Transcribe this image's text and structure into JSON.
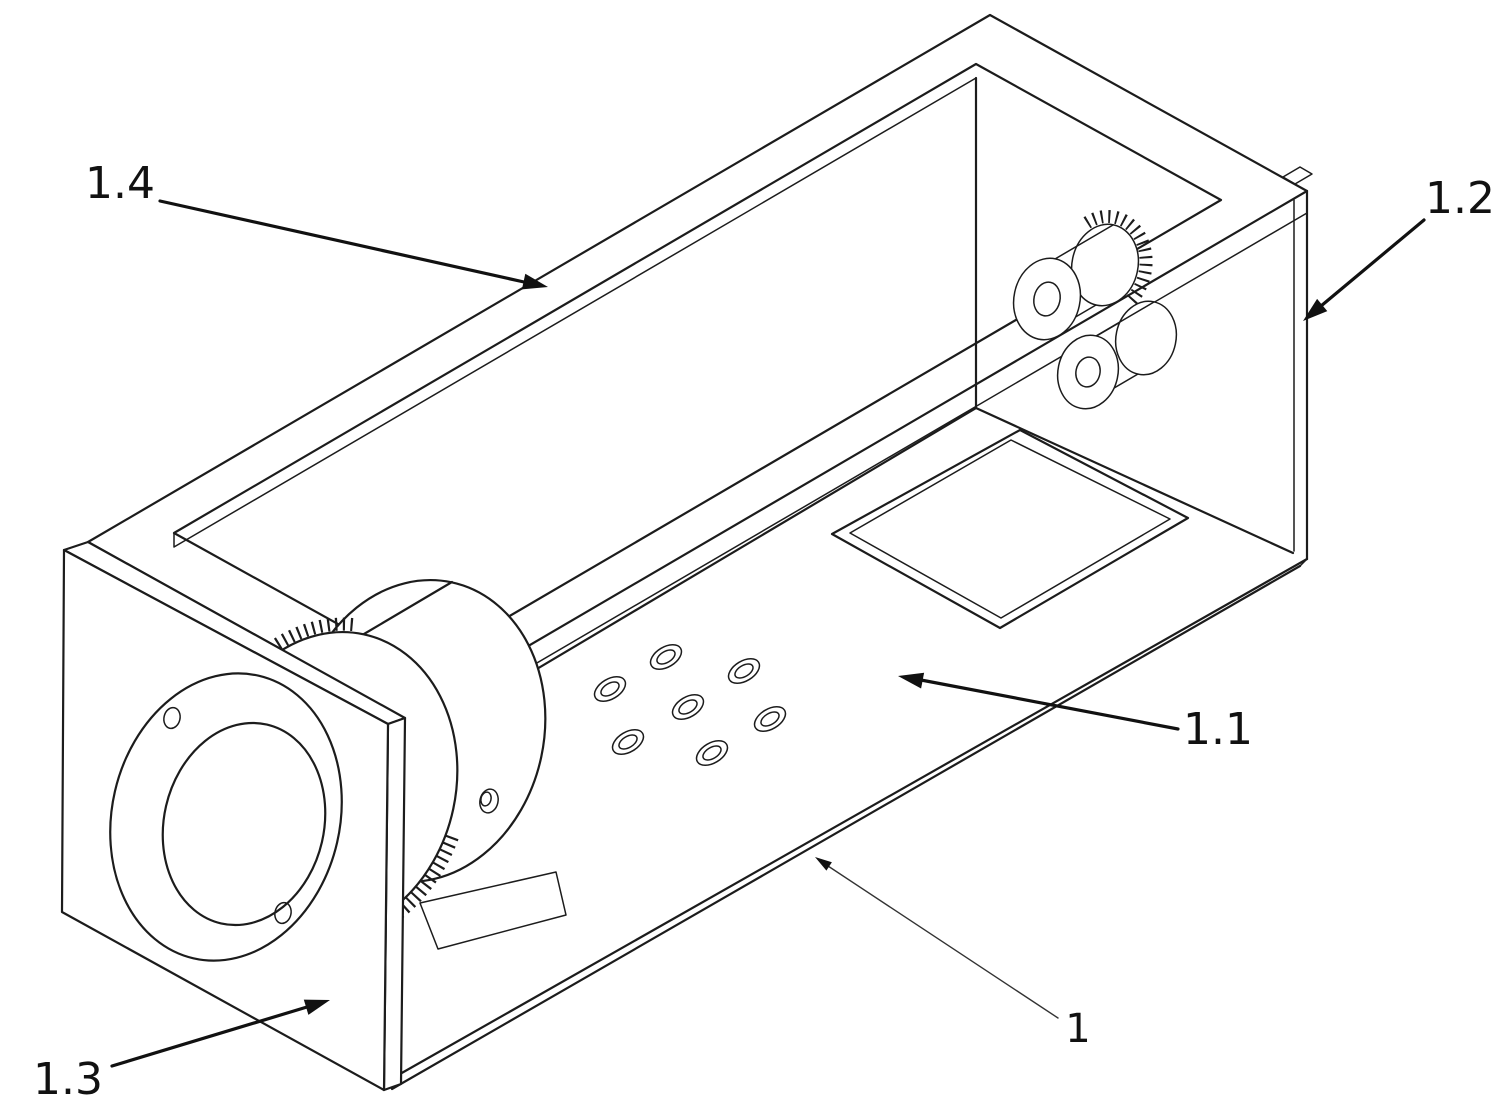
{
  "figure": {
    "background_color": "#ffffff",
    "line_color": "#1c1c1c",
    "label_color": "#111111",
    "callouts": [
      {
        "text": "1.4"
      },
      {
        "text": "1.2"
      },
      {
        "text": "1.1"
      },
      {
        "text": "1.3"
      },
      {
        "text": "1"
      }
    ]
  }
}
